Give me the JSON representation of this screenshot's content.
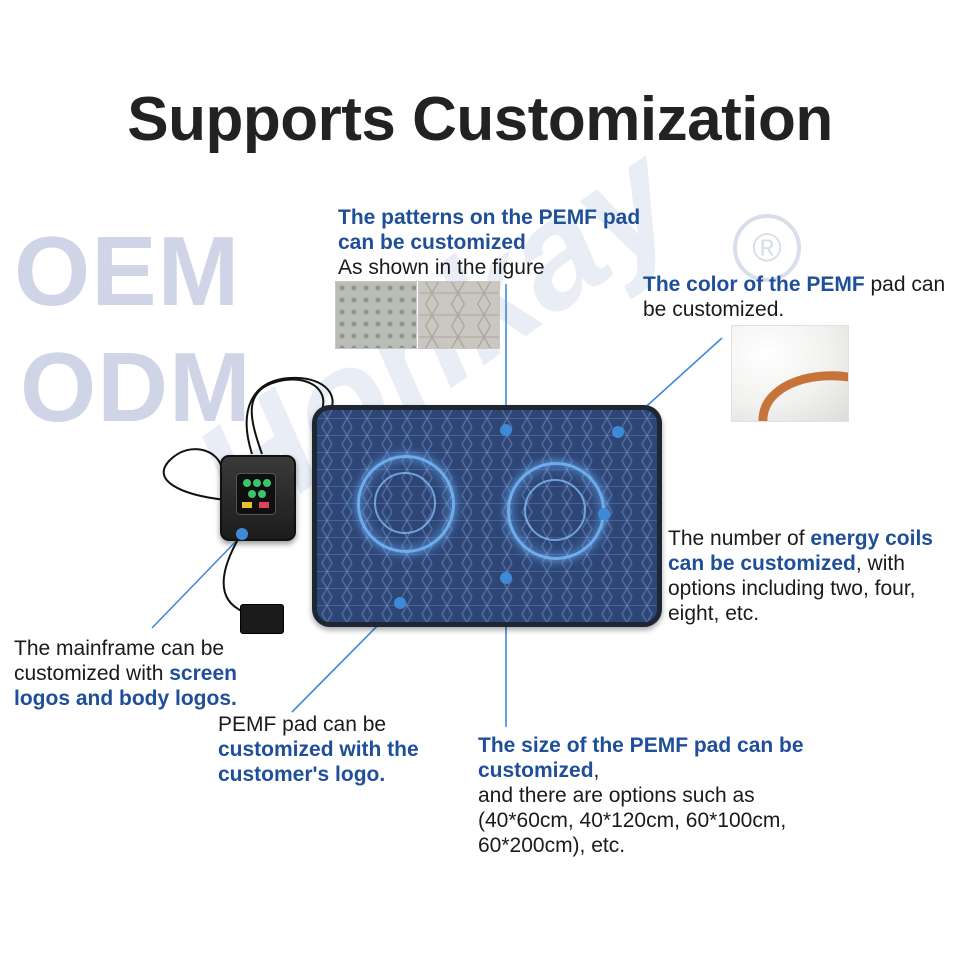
{
  "title": "Supports Customization",
  "watermark": {
    "line1": "OEM",
    "line2": "ODM",
    "brand": "Honkay",
    "registered": "®"
  },
  "colors": {
    "accent_blue": "#1f4f98",
    "line_blue": "#3e8ad8",
    "watermark": "#cfd5e6",
    "pad_navy": "#2d4676"
  },
  "annotations": {
    "patterns": {
      "bold": "The patterns on the PEMF pad can be customized",
      "plain": "As shown in the figure"
    },
    "color": {
      "bold": "The color of the PEMF",
      "plain": " pad can be customized."
    },
    "coils": {
      "plain_before": "The number of ",
      "bold": "energy coils can be customized",
      "plain_after": ", with options including two, four, eight, etc."
    },
    "mainframe": {
      "plain": "The mainframe can be customized with ",
      "bold": "screen logos and body logos."
    },
    "logo": {
      "plain": "PEMF pad can be ",
      "bold": "customized with the customer's logo."
    },
    "size": {
      "bold": "The size of the PEMF pad can be customized",
      "plain_after_bold": ",",
      "plain": "and there are options such as (40*60cm, 40*120cm, 60*100cm, 60*200cm), etc."
    }
  },
  "icons": {
    "pattern_swatch_1": "dot-texture-swatch",
    "pattern_swatch_2": "triangle-texture-swatch",
    "color_sample": "coil-color-sample-photo",
    "pad": "pemf-pad-image",
    "controller": "controller-mainframe-image",
    "adapter": "power-adapter-image"
  }
}
